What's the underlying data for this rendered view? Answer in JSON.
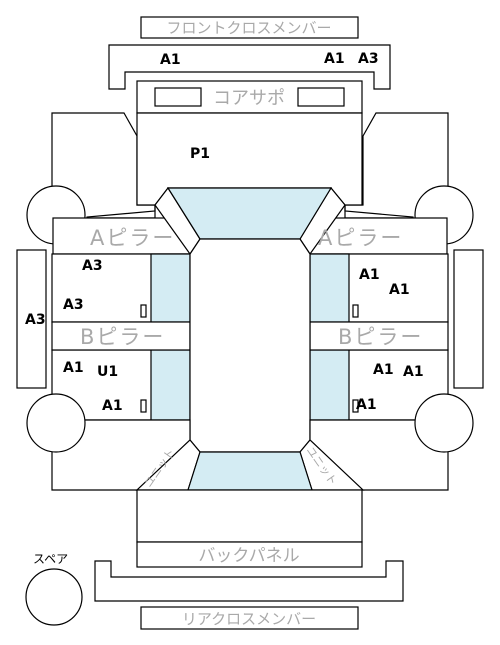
{
  "labels": {
    "front_cross_member": "フロントクロスメンバー",
    "core_support": "コアサポ",
    "a_pillar_left": "Aピラー",
    "a_pillar_right": "Aピラー",
    "b_pillar_left": "Bピラー",
    "b_pillar_right": "Bピラー",
    "unit_left": "ユニット",
    "unit_right": "ユニット",
    "back_panel": "バックパネル",
    "spare": "スペア",
    "rear_cross_member": "リアクロスメンバー"
  },
  "codes": {
    "front_member_left": "A1",
    "front_member_right_1": "A1",
    "front_member_right_2": "A3",
    "hood": "P1",
    "left_front_door_1": "A3",
    "left_front_door_2": "A3",
    "left_side_outer": "A3",
    "right_front_door_1": "A1",
    "right_front_door_2": "A1",
    "left_rear_door_1": "A1",
    "left_rear_door_2": "U1",
    "left_rear_door_3": "A1",
    "right_rear_door_1": "A1",
    "right_rear_door_2": "A1",
    "right_rear_door_3": "A1"
  }
}
